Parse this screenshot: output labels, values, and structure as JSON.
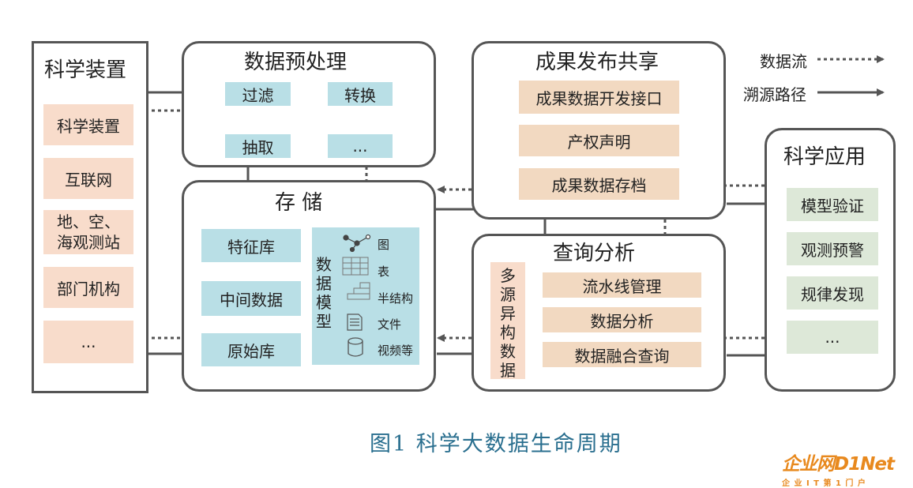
{
  "legend": {
    "data_flow": "数据流",
    "trace_path": "溯源路径"
  },
  "sci_device": {
    "title": "科学装置",
    "items": [
      "科学装置",
      "互联网",
      "地、空、",
      "海观测站",
      "部门机构",
      "..."
    ]
  },
  "preprocess": {
    "title": "数据预处理",
    "steps": [
      "过滤",
      "转换",
      "抽取",
      "..."
    ]
  },
  "storage": {
    "title": "存 储",
    "libs": [
      "特征库",
      "中间数据",
      "原始库"
    ],
    "model_label": [
      "数",
      "据",
      "模",
      "型"
    ],
    "model_items": [
      "图",
      "表",
      "半结构",
      "文件",
      "视频等"
    ]
  },
  "publish": {
    "title": "成果发布共享",
    "items": [
      "成果数据开发接口",
      "产权声明",
      "成果数据存档"
    ]
  },
  "query": {
    "title": "查询分析",
    "multi_source": [
      "多",
      "源",
      "异",
      "构",
      "数",
      "据"
    ],
    "items": [
      "流水线管理",
      "数据分析",
      "数据融合查询"
    ]
  },
  "application": {
    "title": "科学应用",
    "items": [
      "模型验证",
      "观测预警",
      "规律发现",
      "..."
    ]
  },
  "caption": "图1  科学大数据生命周期",
  "logo": {
    "main": "企业网D1Net",
    "sub": "企 业 I T 第 1 门 户"
  },
  "colors": {
    "border": "#555555",
    "peach": "#f8dccb",
    "blue": "#b9dfe6",
    "green": "#dde8d8",
    "caption": "#2a6f8f",
    "logo": "#e8891e"
  }
}
